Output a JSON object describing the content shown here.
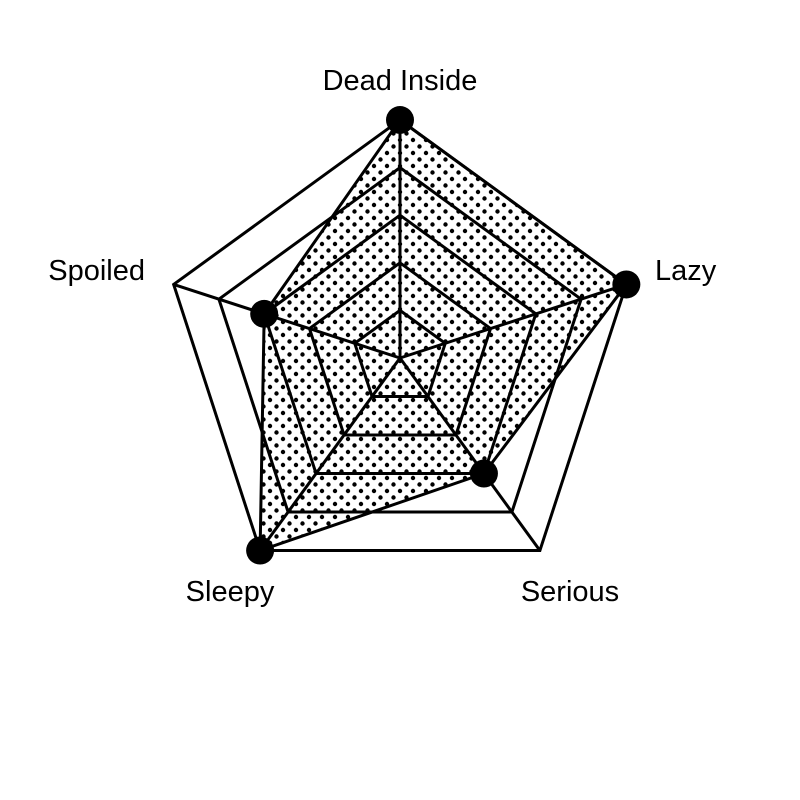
{
  "chart_data": {
    "type": "radar",
    "axes": [
      "Dead Inside",
      "Lazy",
      "Serious",
      "Sleepy",
      "Spoiled"
    ],
    "values": [
      1.0,
      1.0,
      0.6,
      1.0,
      0.6
    ],
    "range": [
      0,
      1
    ],
    "grid_levels": 5,
    "grid": true,
    "fill_pattern": "dotted",
    "colors": {
      "line": "#000000",
      "fill_dots": "#000000",
      "background": "#ffffff"
    }
  }
}
